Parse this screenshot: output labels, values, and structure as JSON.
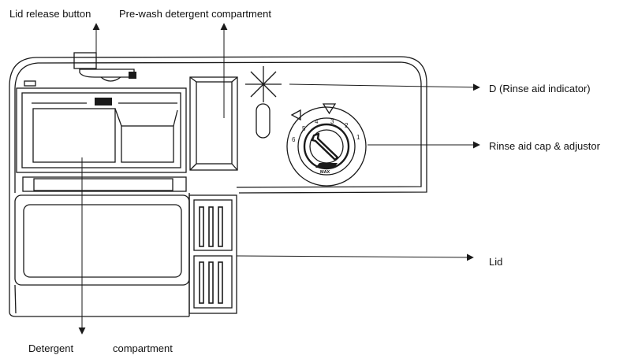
{
  "labels": {
    "lid_release": "Lid release button",
    "prewash": "Pre-wash detergent compartment",
    "rinse_indicator": "D (Rinse aid indicator)",
    "rinse_cap": "Rinse aid cap & adjustor",
    "lid": "Lid",
    "detergent_word1": "Detergent",
    "detergent_word2": "compartment"
  },
  "dial": {
    "numbers": [
      "6",
      "5",
      "4",
      "3",
      "2",
      "1"
    ],
    "max_label": "MAX"
  }
}
